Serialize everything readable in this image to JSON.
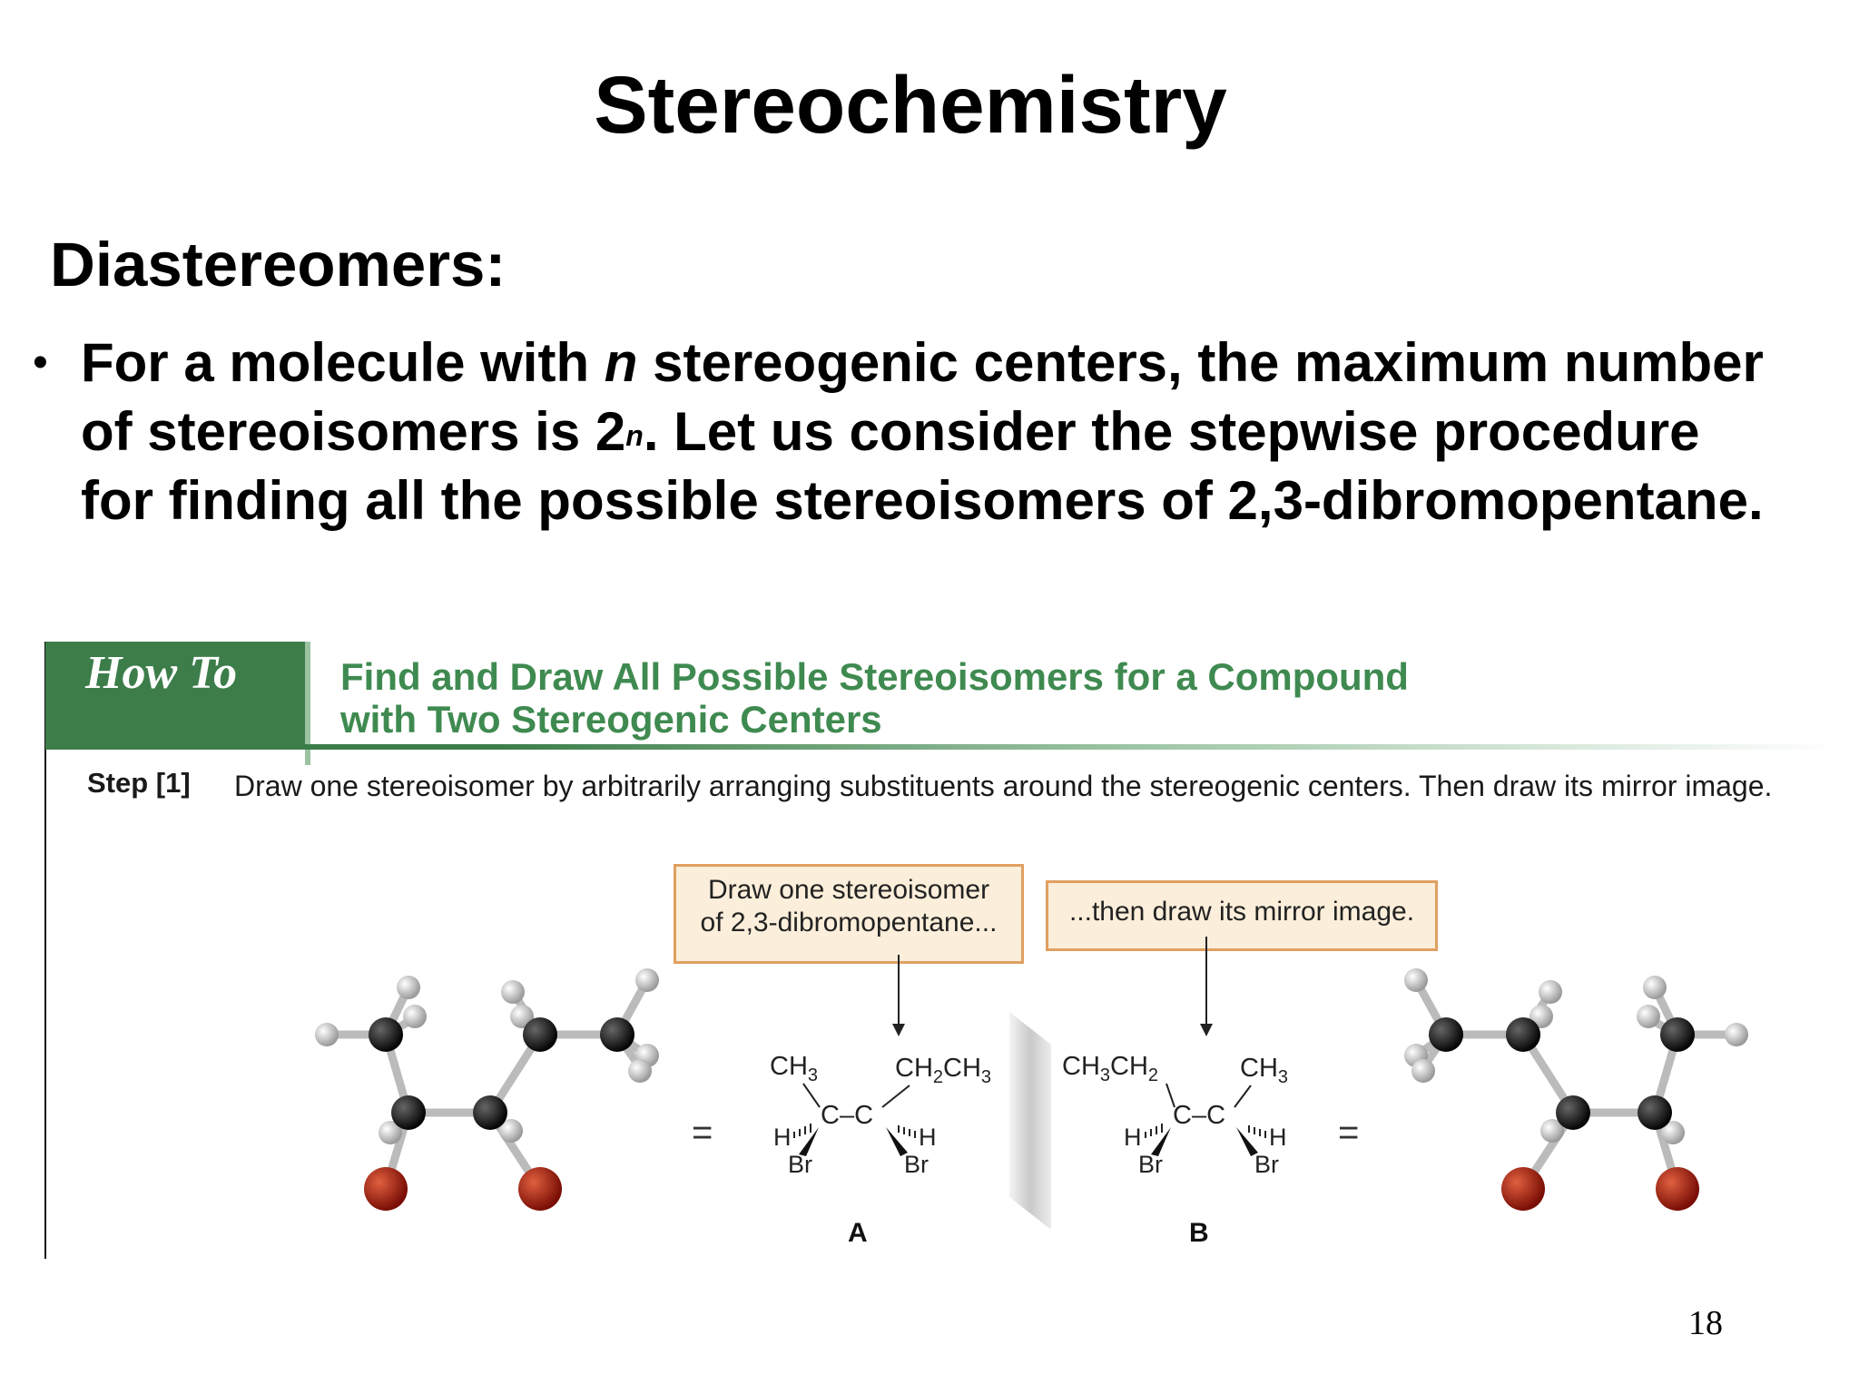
{
  "slide": {
    "title": "Stereochemistry",
    "heading": "Diastereomers:",
    "bullet": {
      "symbol": "•",
      "part1": "For a molecule with ",
      "italic_n": "n",
      "part2": " stereogenic centers, the maximum number of stereoisomers is 2",
      "superscript": "n",
      "part3": ".  Let us consider the stepwise procedure for finding all the possible stereoisomers of 2,3-dibromopentane."
    },
    "page_number": "18"
  },
  "howto": {
    "label": "How To",
    "title_line1": "Find and Draw All Possible Stereoisomers for a Compound",
    "title_line2": "with Two Stereogenic Centers",
    "step_label": "Step [1]",
    "step_text": "Draw one stereoisomer by arbitrarily arranging substituents around the stereogenic centers. Then draw its mirror image.",
    "callout1_line1": "Draw one stereoisomer",
    "callout1_line2": "of 2,3-dibromopentane...",
    "callout2": "...then draw its mirror image.",
    "equals": "=",
    "label_a": "A",
    "label_b": "B"
  },
  "structure_a": {
    "left_top": "CH3",
    "right_top": "CH2CH3",
    "center": "C–C",
    "h_left": "H",
    "h_right": "H",
    "br_left": "Br",
    "br_right": "Br"
  },
  "structure_b": {
    "left_top": "CH3CH2",
    "right_top": "CH3",
    "center": "C–C",
    "h_left": "H",
    "h_right": "H",
    "br_left": "Br",
    "br_right": "Br"
  },
  "colors": {
    "howto_green": "#3c7d4a",
    "title_green": "#3f8a50",
    "callout_border": "#e0a060",
    "callout_fill": "#fbeeda",
    "carbon": "#111111",
    "hydrogen": "#e6e6e6",
    "bromine": "#b01f10"
  },
  "icons": [
    "ball-and-stick-model-left",
    "ball-and-stick-model-right",
    "mirror-plane",
    "arrow-down-icon"
  ]
}
